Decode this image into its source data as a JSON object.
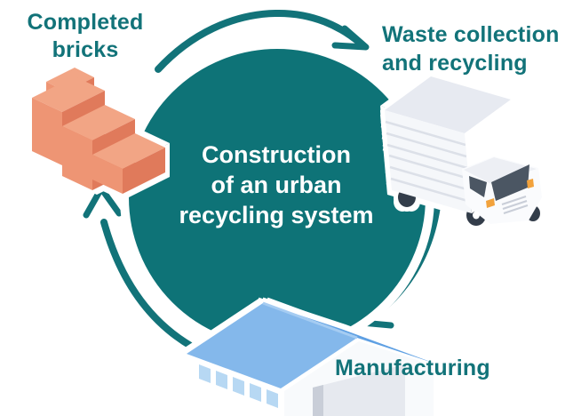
{
  "diagram": {
    "center_circle": {
      "lines": [
        "Construction",
        "of an urban",
        "recycling system"
      ]
    },
    "labels": {
      "completed_bricks": {
        "line1": "Completed",
        "line2": "bricks"
      },
      "waste_collection": {
        "line1": "Waste collection",
        "line2": "and recycling"
      },
      "manufacturing": {
        "label": "Manufacturing"
      }
    },
    "icons": {
      "bricks": "bricks-icon",
      "truck": "box-truck-icon",
      "factory": "warehouse-icon"
    },
    "colors": {
      "circle_teal": "#0E7377",
      "accent_teal": "#127379",
      "brick_top": "#F2A585",
      "brick_side": "#EE9574",
      "brick_front": "#E07A5B",
      "roof_light": "#84B8EB",
      "roof_dark": "#5FA0E3",
      "window_blue": "#B7D8F3",
      "truck_top_gray": "#E7EAF1",
      "truck_side_gray": "#F5F7FA",
      "truck_white": "#FFFFFF",
      "glass_dark": "#4B5663",
      "wheel_dark": "#333D4A",
      "marker_orange": "#F2A23C",
      "background": "#FFFFFF"
    },
    "flow_direction": "clockwise"
  }
}
